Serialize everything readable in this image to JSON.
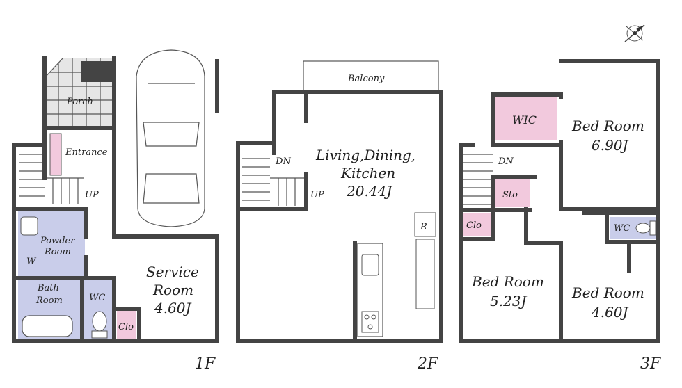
{
  "colors": {
    "wall": "#444444",
    "wet_area": "#c9cdea",
    "storage": "#f2c9dd",
    "porch_tile": "#e6e6e6"
  },
  "icons": [
    "compass-icon",
    "car-icon",
    "bathtub-icon",
    "toilet-icon",
    "sink-icon",
    "stove-icon"
  ],
  "floor1": {
    "floor_label": "1F",
    "porch": "Porch",
    "entrance": "Entrance",
    "up": "UP",
    "powder_room": [
      "Powder",
      "Room"
    ],
    "washer": "W",
    "bath_room": [
      "Bath",
      "Room"
    ],
    "wc": "WC",
    "service_room": [
      "Service",
      "Room",
      "4.60J"
    ],
    "clo": "Clo"
  },
  "floor2": {
    "floor_label": "2F",
    "balcony": "Balcony",
    "dn": "DN",
    "up": "UP",
    "ldk": [
      "Living,Dining,",
      "Kitchen",
      "20.44J"
    ],
    "fridge": "R"
  },
  "floor3": {
    "floor_label": "3F",
    "wic": "WIC",
    "bed_room_top": [
      "Bed Room",
      "6.90J"
    ],
    "dn": "DN",
    "sto": "Sto",
    "clo": "Clo",
    "wc": "WC",
    "bed_room_left": [
      "Bed Room",
      "5.23J"
    ],
    "bed_room_right": [
      "Bed Room",
      "4.60J"
    ]
  }
}
